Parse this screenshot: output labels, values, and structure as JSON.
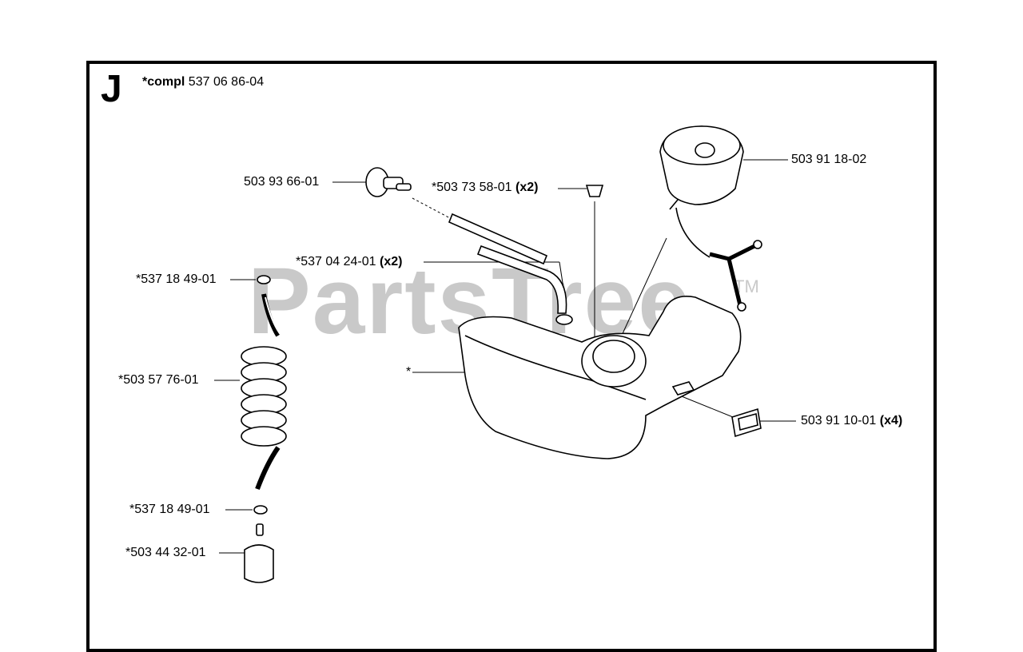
{
  "diagram": {
    "section_letter": "J",
    "assembly_prefix": "*compl",
    "assembly_number": "537 06 86-04",
    "watermark": "PartsTree",
    "watermark_tm": "TM",
    "parts": [
      {
        "number": "503 93 66-01",
        "qty": ""
      },
      {
        "number": "*503 73 58-01",
        "qty": "(x2)"
      },
      {
        "number": "503 91 18-02",
        "qty": ""
      },
      {
        "number": "*537 04 24-01",
        "qty": "(x2)"
      },
      {
        "number": "*537 18 49-01",
        "qty": ""
      },
      {
        "number": "*503 57 76-01",
        "qty": ""
      },
      {
        "number": "*",
        "qty": ""
      },
      {
        "number": "503 91 10-01",
        "qty": "(x4)"
      },
      {
        "number": "*537 18 49-01",
        "qty": ""
      },
      {
        "number": "*503 44 32-01",
        "qty": ""
      }
    ]
  }
}
